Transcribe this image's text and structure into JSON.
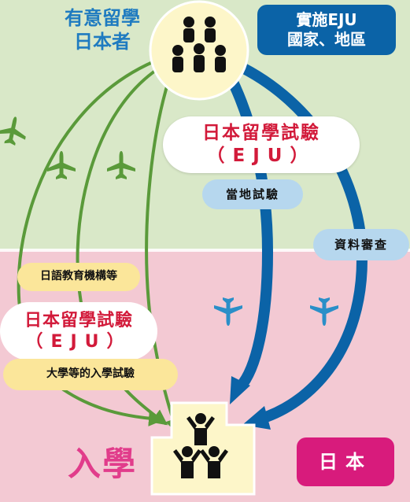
{
  "labels": {
    "applicants_line1": "有意留學",
    "applicants_line2": "日本者",
    "eju_countries_line1": "實施EJU",
    "eju_countries_line2": "國家、地區",
    "eju_title": "日本留學試驗",
    "eju_abbr": "（EJU）",
    "local_exam": "當地試驗",
    "document_review": "資料審查",
    "japanese_education_institutions": "日語教育機構等",
    "eju_title_japan": "日本留學試驗",
    "eju_abbr_japan": "（EJU）",
    "university_entrance_exam": "大學等的入學試驗",
    "admission": "入學",
    "japan": "日本"
  },
  "icons": {
    "applicants": "people-group-icon",
    "university": "university-building-icon",
    "airplane": "airplane-icon"
  },
  "colors": {
    "top_region": "#d9e8c8",
    "bottom_region": "#f3c9d3",
    "green_arrow": "#5a9a3a",
    "blue_arrow": "#0b63a7",
    "pill_blue": "#b6d7ee",
    "pill_yellow": "#fbe69a",
    "red_text": "#d21a3a",
    "magenta": "#d81b7c",
    "airplane_green": "#5a9a3a",
    "airplane_blue": "#2a8fc8"
  }
}
